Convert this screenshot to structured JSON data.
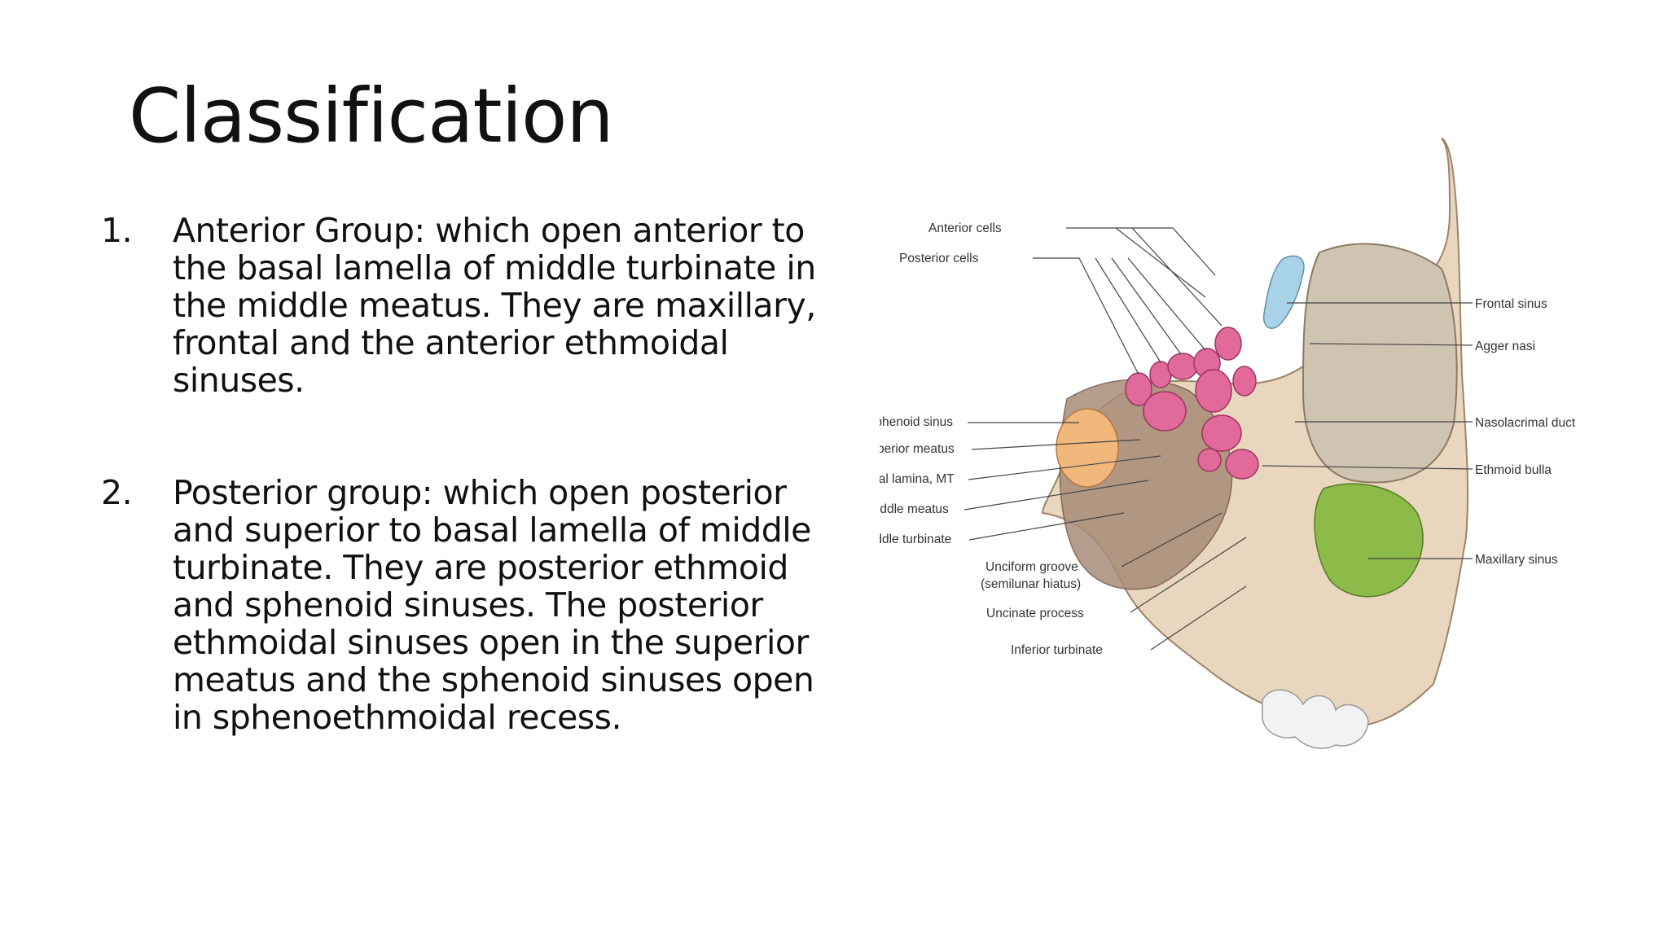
{
  "slide": {
    "title": "Classification",
    "items": [
      {
        "number": "1.",
        "text": "Anterior Group: which open anterior to the basal lamella of middle turbinate in the middle meatus. They are maxillary, frontal and the anterior ethmoidal sinuses."
      },
      {
        "number": "2.",
        "text": "Posterior group: which open posterior and superior to basal lamella of middle turbinate. They are posterior ethmoid and sphenoid sinuses. The posterior ethmoidal sinuses open in the superior meatus and the sphenoid sinuses open in sphenoethmoidal recess."
      }
    ]
  },
  "figure": {
    "labels": {
      "anterior_cells": "Anterior cells",
      "posterior_cells": "Posterior cells",
      "sphenoid_sinus": "Sphenoid sinus",
      "superior_meatus": "Superior meatus",
      "basal_lamina": "Basal lamina, MT",
      "middle_meatus": "Middle meatus",
      "middle_turbinate": "Middle turbinate",
      "unciform_groove_1": "Unciform groove",
      "unciform_groove_2": "(semilunar hiatus)",
      "uncinate_process": "Uncinate process",
      "inferior_turbinate": "Inferior turbinate",
      "frontal_sinus": "Frontal sinus",
      "agger_nasi": "Agger nasi",
      "nasolacrimal_duct": "Nasolacrimal duct",
      "ethmoid_bulla": "Ethmoid bulla",
      "maxillary_sinus": "Maxillary sinus"
    },
    "colors": {
      "bone": "#e8d6bf",
      "frontal_sinus": "#a9d3e8",
      "ethmoid_cells": "#e26a9a",
      "sphenoid_sinus": "#f2b77a",
      "maxillary_sinus": "#8dbb4a",
      "orbit": "#cfc4b2",
      "turbinate": "#a88c78"
    }
  }
}
